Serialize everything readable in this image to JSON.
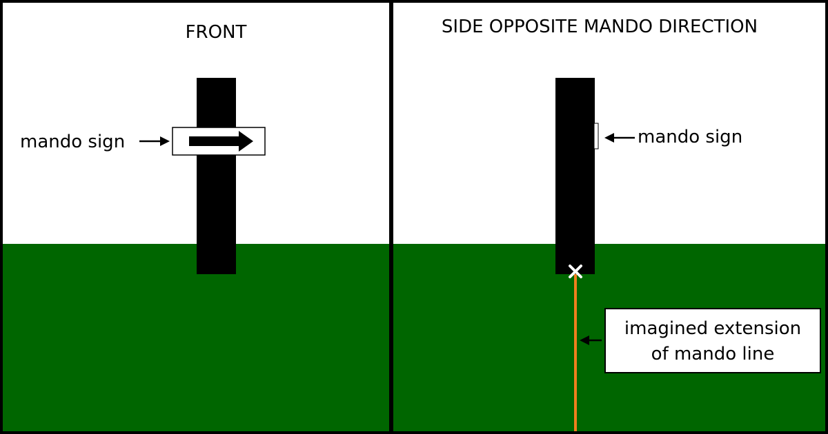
{
  "colors": {
    "sky": "#ffffff",
    "ground": "#006600",
    "post": "#000000",
    "frame": "#000000",
    "line": "#f07f1e",
    "marker": "#ffffff"
  },
  "front": {
    "title": "FRONT",
    "sign_label": "mando sign",
    "sign_icon": "right-arrow-icon"
  },
  "side": {
    "title": "SIDE OPPOSITE MANDO DIRECTION",
    "sign_label": "mando sign",
    "marker_icon": "x-mark-icon",
    "callout_line1": "imagined extension",
    "callout_line2": "of mando line"
  }
}
